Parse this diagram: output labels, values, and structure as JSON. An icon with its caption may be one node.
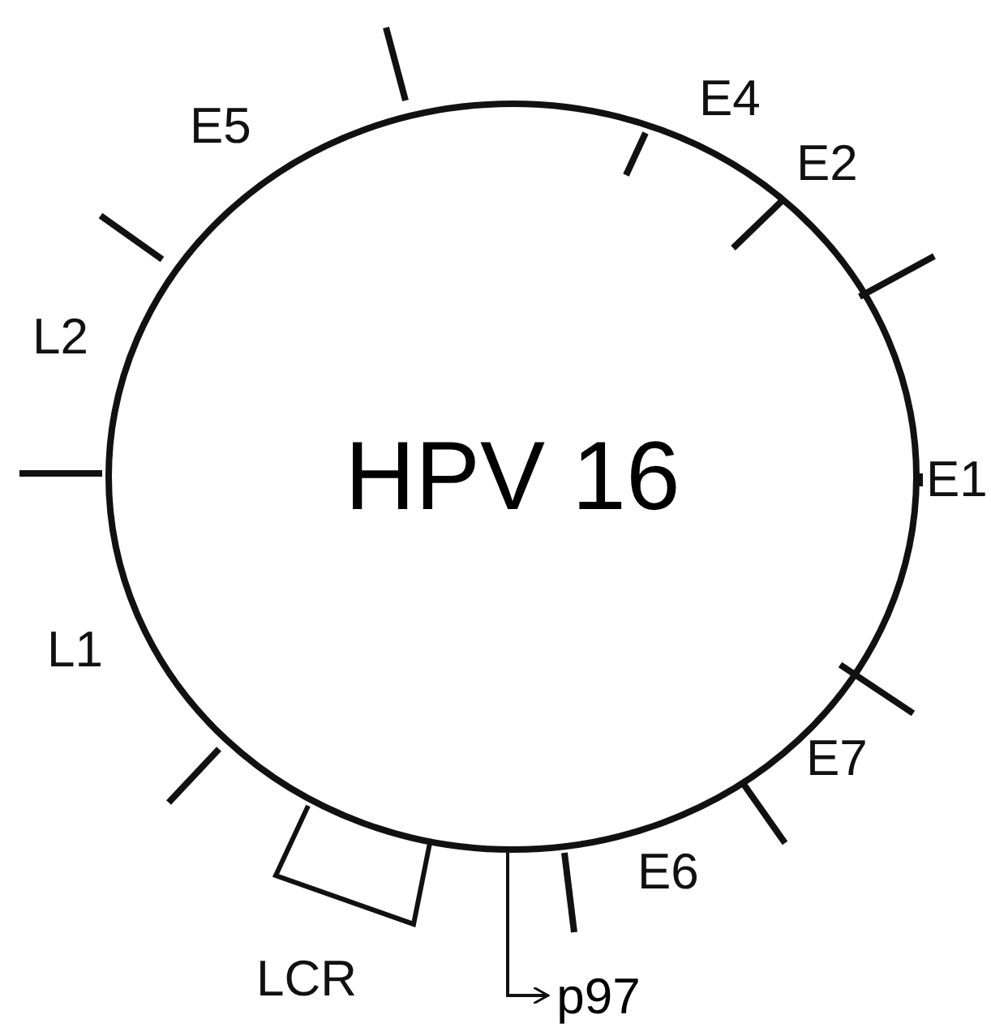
{
  "diagram": {
    "nodes": [
      {
        "text": [
          "HPV 16"
        ]
      },
      {
        "text": [
          "p97"
        ]
      }
    ],
    "edges": [
      {
        "from": 0,
        "to": 1,
        "arrow": "to"
      }
    ],
    "labels": [
      "E5",
      "E4",
      "E2",
      "L2",
      "E1",
      "L1",
      "E7",
      "E6",
      "LCR"
    ]
  }
}
